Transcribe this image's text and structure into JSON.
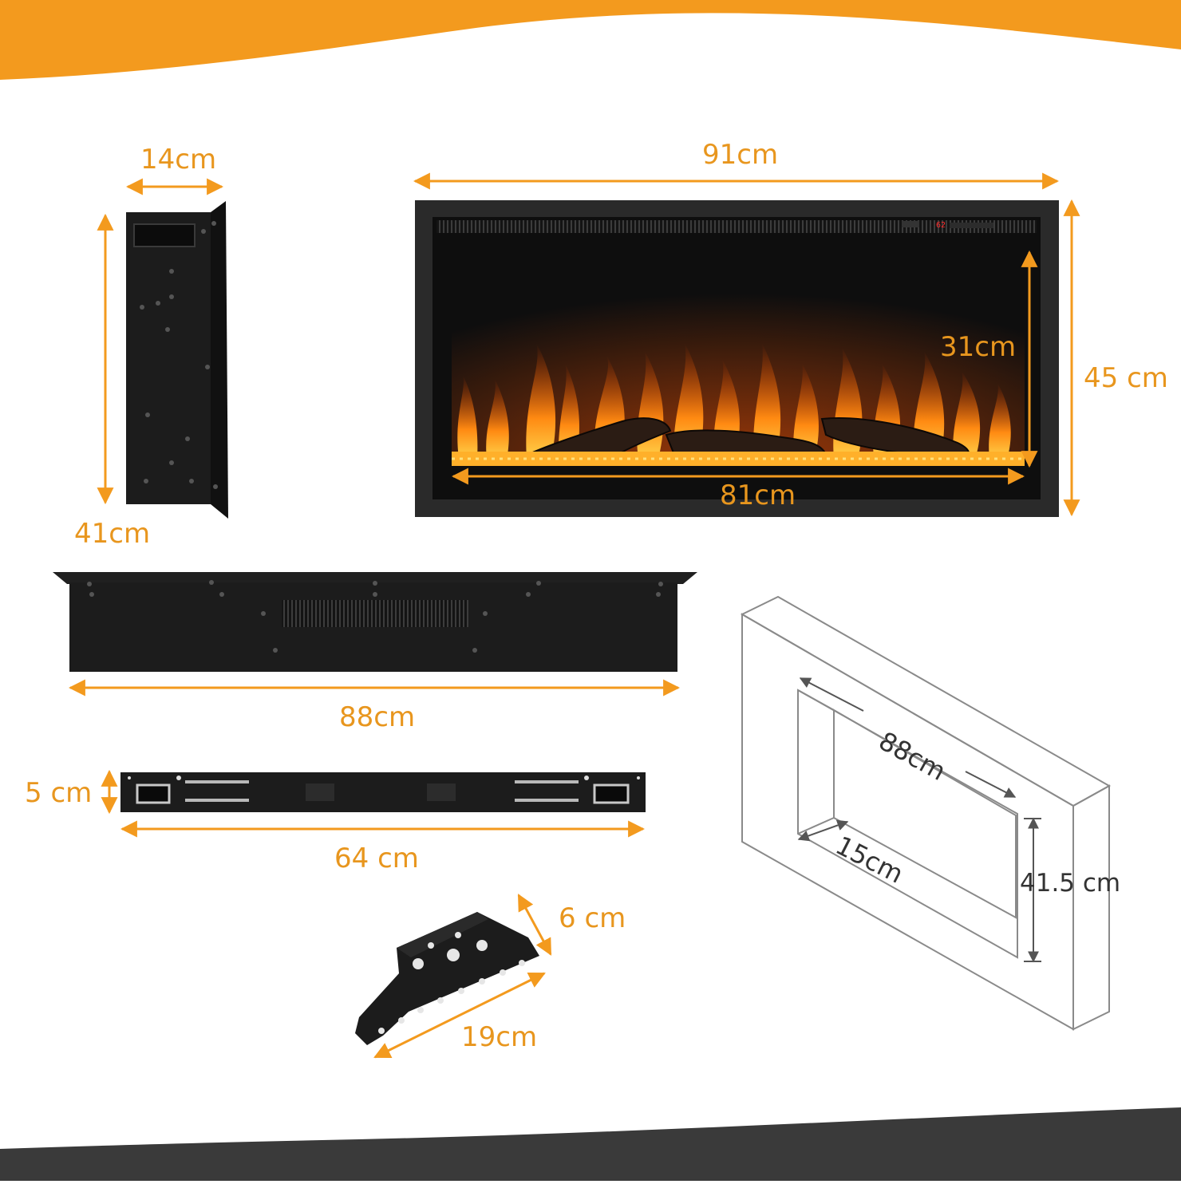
{
  "colors": {
    "accent_orange": "#f39a1e",
    "dimension_text": "#e8961e",
    "product_black": "#1c1c1c",
    "footer_dark": "#3a3a3a",
    "sketch_gray": "#8a8a8a"
  },
  "dimensions": {
    "side_depth": "14cm",
    "side_height": "41cm",
    "front_width": "91cm",
    "front_height": "45 cm",
    "screen_width": "81cm",
    "screen_height": "31cm",
    "top_width": "88cm",
    "bracket_height": "5 cm",
    "bracket_width": "64 cm",
    "foot_depth": "6 cm",
    "foot_length": "19cm",
    "recess_width": "88cm",
    "recess_depth": "15cm",
    "recess_height": "41.5 cm"
  },
  "display": {
    "temperature_readout": "62"
  }
}
